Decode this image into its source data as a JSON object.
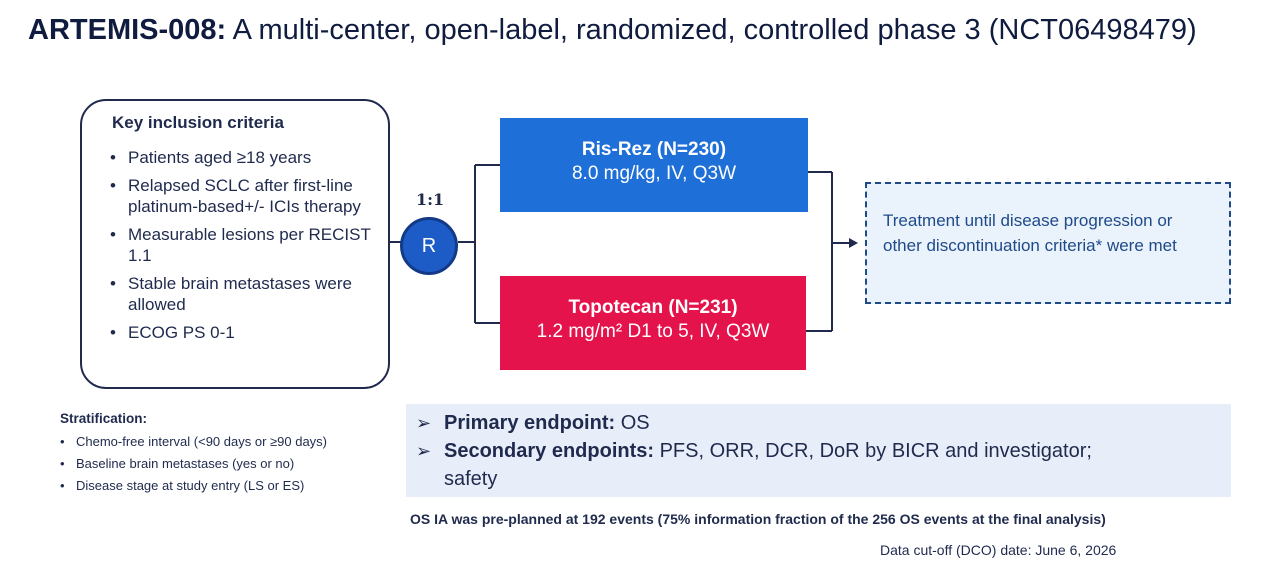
{
  "title": {
    "bold": "ARTEMIS-008:",
    "rest": " A multi-center, open-label, randomized, controlled phase 3 (NCT06498479)"
  },
  "inclusion": {
    "title": "Key inclusion criteria",
    "items": [
      "Patients aged ≥18 years",
      "Relapsed SCLC after first-line platinum-based+/- ICIs therapy",
      "Measurable lesions per RECIST 1.1",
      "Stable brain metastases were allowed",
      "ECOG PS 0-1"
    ]
  },
  "randomization": {
    "ratio": "1:1",
    "label": "R"
  },
  "arms": [
    {
      "name": "Ris-Rez (N=230)",
      "dose": "8.0 mg/kg, IV, Q3W",
      "color": "#1f6fd8"
    },
    {
      "name": "Topotecan (N=231)",
      "dose": "1.2 mg/m² D1 to 5, IV, Q3W",
      "color": "#e5134c"
    }
  ],
  "treatment": {
    "text": "Treatment until disease progression or other discontinuation criteria* were met"
  },
  "stratification": {
    "title": "Stratification:",
    "items": [
      "Chemo-free interval (<90 days or ≥90 days)",
      "Baseline brain metastases (yes or no)",
      "Disease stage at study entry (LS or ES)"
    ]
  },
  "endpoints": {
    "primary_label": "Primary endpoint:",
    "primary_value": " OS",
    "secondary_label": "Secondary endpoints:",
    "secondary_value": " PFS, ORR, DCR, DoR by BICR and investigator;",
    "secondary_cont": "safety"
  },
  "note": "OS IA was pre-planned at 192 events (75% information fraction of the 256 OS events at the final analysis)",
  "dco": "Data cut-off (DCO) date: June 6, 2026"
}
